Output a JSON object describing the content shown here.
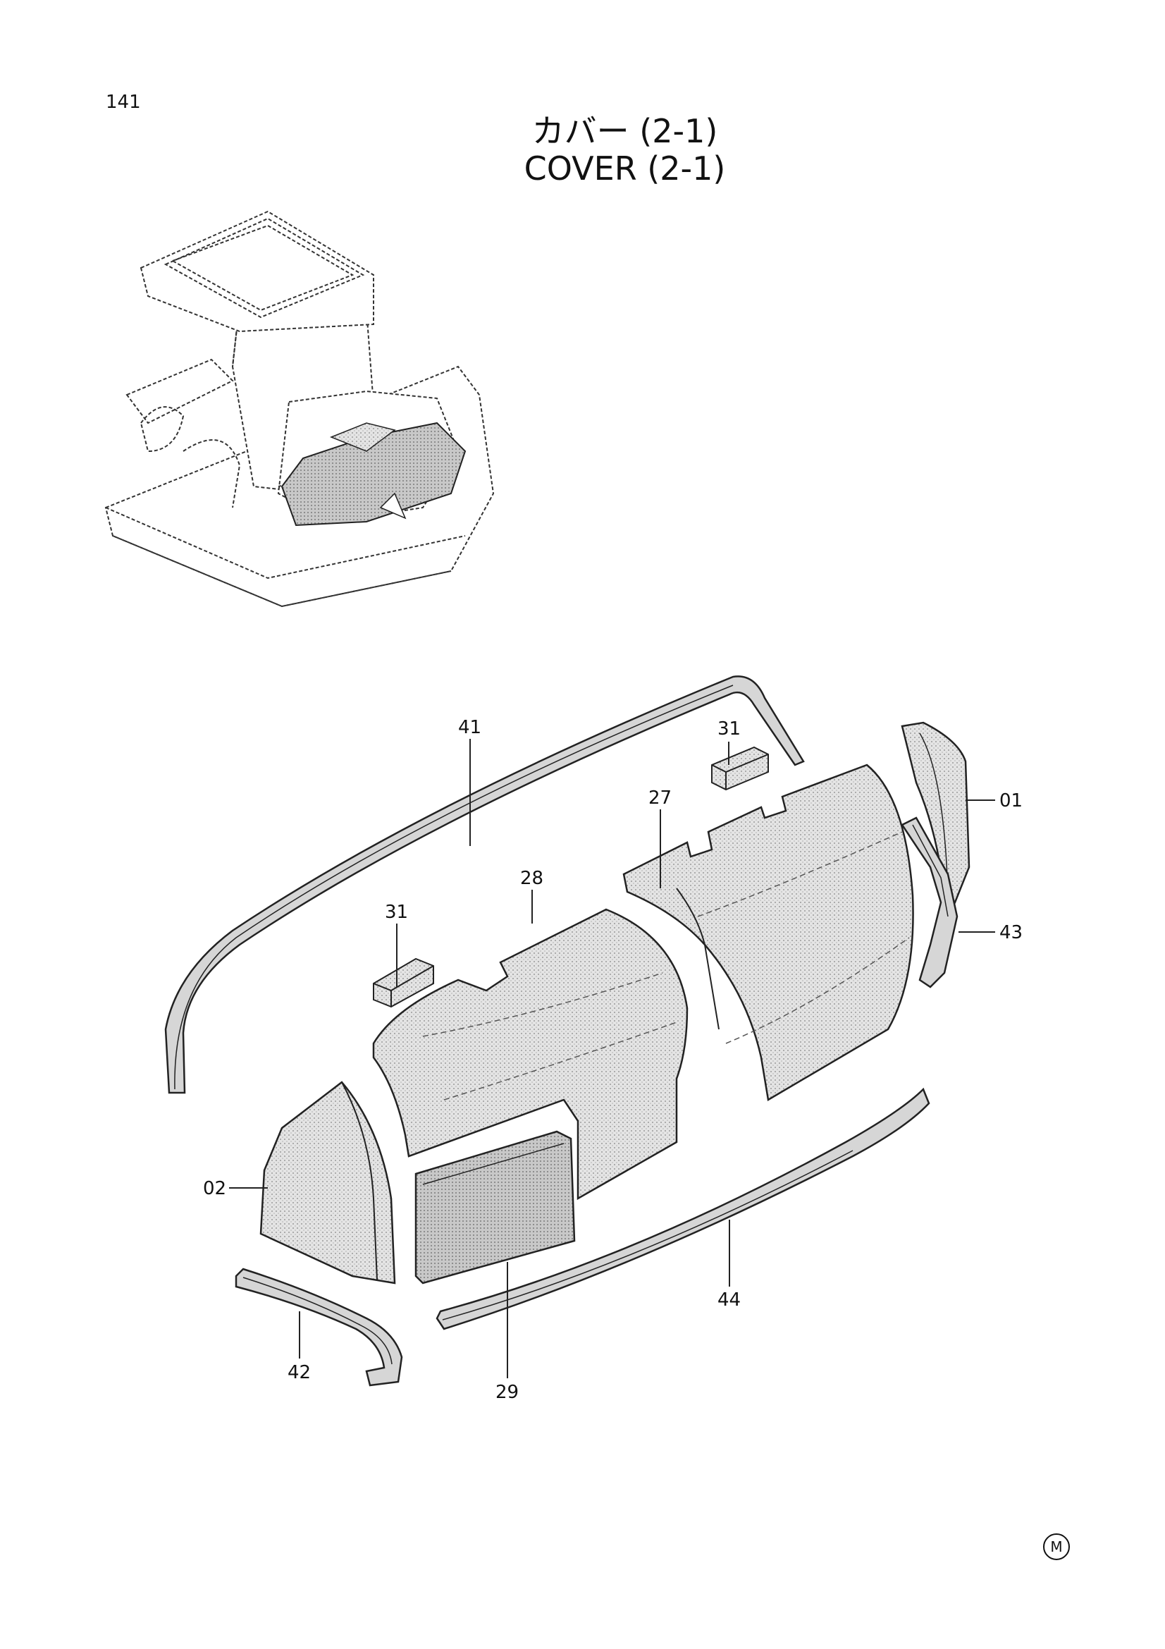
{
  "page": {
    "number": "141",
    "title_jp": "カバー (2-1)",
    "title_en": "COVER (2-1)",
    "footer_mark": "M"
  },
  "callouts": {
    "c41": "41",
    "c31a": "31",
    "c31b": "31",
    "c27": "27",
    "c28": "28",
    "c01": "01",
    "c43": "43",
    "c02": "02",
    "c44": "44",
    "c42": "42",
    "c29": "29"
  },
  "colors": {
    "line": "#222222",
    "fill": "#d9d9d9",
    "fill_dark": "#bdbdbd",
    "background": "#ffffff"
  }
}
